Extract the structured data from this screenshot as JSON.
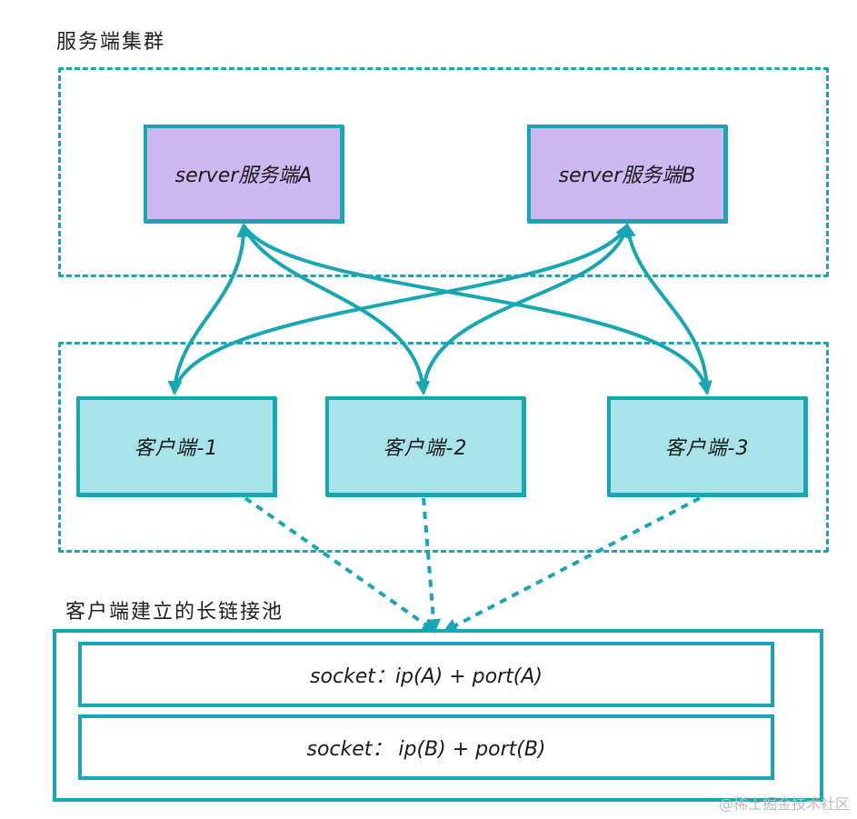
{
  "title_server_cluster": "服务端集群",
  "servers": [
    {
      "label": "server服务端A"
    },
    {
      "label": "server服务端B"
    }
  ],
  "clients": [
    {
      "label": "客户端-1"
    },
    {
      "label": "客户端-2"
    },
    {
      "label": "客户端-3"
    }
  ],
  "pool": {
    "title": "客户端建立的长链接池",
    "rows": [
      "socket：ip(A) + port(A)",
      "socket： ip(B) + port(B)"
    ]
  },
  "watermark": "@稀土掘金技术社区",
  "colors": {
    "teal": "#15a8b3",
    "server_fill": "#cdb8f2",
    "client_fill": "#a7e3e8"
  }
}
